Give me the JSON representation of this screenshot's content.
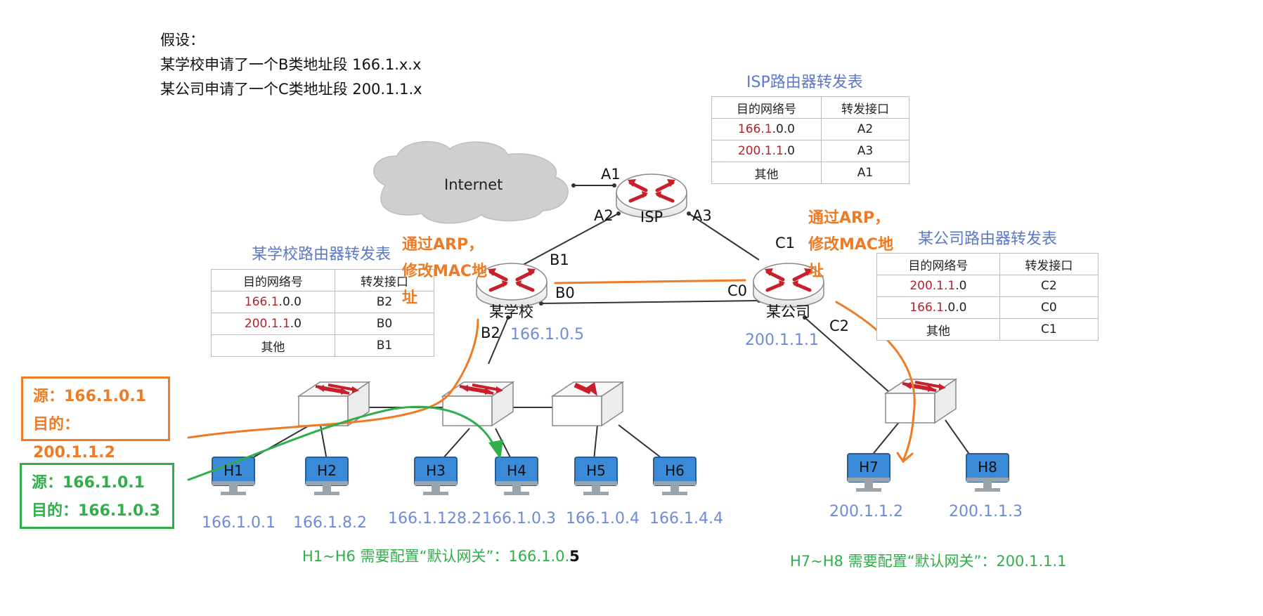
{
  "assumption": {
    "heading": "假设：",
    "line1": "某学校申请了一个B类地址段 166.1.x.x",
    "line2": "某公司申请了一个C类地址段 200.1.1.x"
  },
  "cloud_label": "Internet",
  "routers": {
    "isp": "ISP",
    "school": "某学校",
    "company": "某公司"
  },
  "interfaces": {
    "a1": "A1",
    "a2": "A2",
    "a3": "A3",
    "b0": "B0",
    "b1": "B1",
    "b2": "B2",
    "c0": "C0",
    "c1": "C1",
    "c2": "C2"
  },
  "router_ips": {
    "school": "166.1.0.5",
    "company": "200.1.1.1"
  },
  "isp_table": {
    "title": "ISP路由器转发表",
    "headers": [
      "目的网络号",
      "转发接口"
    ],
    "rows": [
      {
        "net_red": "166.1",
        "net_rest": ".0.0",
        "iface": "A2"
      },
      {
        "net_red": "200.1.1",
        "net_rest": ".0",
        "iface": "A3"
      },
      {
        "net_red": "",
        "net_rest": "其他",
        "iface": "A1"
      }
    ]
  },
  "school_table": {
    "title": "某学校路由器转发表",
    "headers": [
      "目的网络号",
      "转发接口"
    ],
    "rows": [
      {
        "net_red": "166.1",
        "net_rest": ".0.0",
        "iface": "B2"
      },
      {
        "net_red": "200.1.1",
        "net_rest": ".0",
        "iface": "B0"
      },
      {
        "net_red": "",
        "net_rest": "其他",
        "iface": "B1"
      }
    ]
  },
  "company_table": {
    "title": "某公司路由器转发表",
    "headers": [
      "目的网络号",
      "转发接口"
    ],
    "rows": [
      {
        "net_red": "200.1.1",
        "net_rest": ".0",
        "iface": "C2"
      },
      {
        "net_red": "166.1",
        "net_rest": ".0.0",
        "iface": "C0"
      },
      {
        "net_red": "",
        "net_rest": "其他",
        "iface": "C1"
      }
    ]
  },
  "arp_notes": {
    "school_line1": "通过ARP，",
    "school_line2": "修改MAC地",
    "school_line3": "址",
    "company_line1": "通过ARP，",
    "company_line2": "修改MAC地",
    "company_line3": "址"
  },
  "hosts": [
    {
      "name": "H1",
      "ip": "166.1.0.1"
    },
    {
      "name": "H2",
      "ip": "166.1.8.2"
    },
    {
      "name": "H3",
      "ip": "166.1.128.2"
    },
    {
      "name": "H4",
      "ip": "166.1.0.3"
    },
    {
      "name": "H5",
      "ip": "166.1.0.4"
    },
    {
      "name": "H6",
      "ip": "166.1.4.4"
    },
    {
      "name": "H7",
      "ip": "200.1.1.2"
    },
    {
      "name": "H8",
      "ip": "200.1.1.3"
    }
  ],
  "packet_orange": {
    "src": "源：166.1.0.1",
    "dst": "目的：200.1.1.2"
  },
  "packet_green": {
    "src": "源：166.1.0.1",
    "dst": "目的：166.1.0.3"
  },
  "gateway_notes": {
    "school_prefix": "H1~H6 需要配置“默认网关”：166.1.0.",
    "school_suffix": "5",
    "company": "H7~H8 需要配置“默认网关”：200.1.1.1"
  },
  "colors": {
    "orange": "#ef7a24",
    "green": "#2fae4a",
    "blue_text": "#6f8bd8",
    "router_red": "#c8202a",
    "host_blue": "#3a8ad8"
  }
}
